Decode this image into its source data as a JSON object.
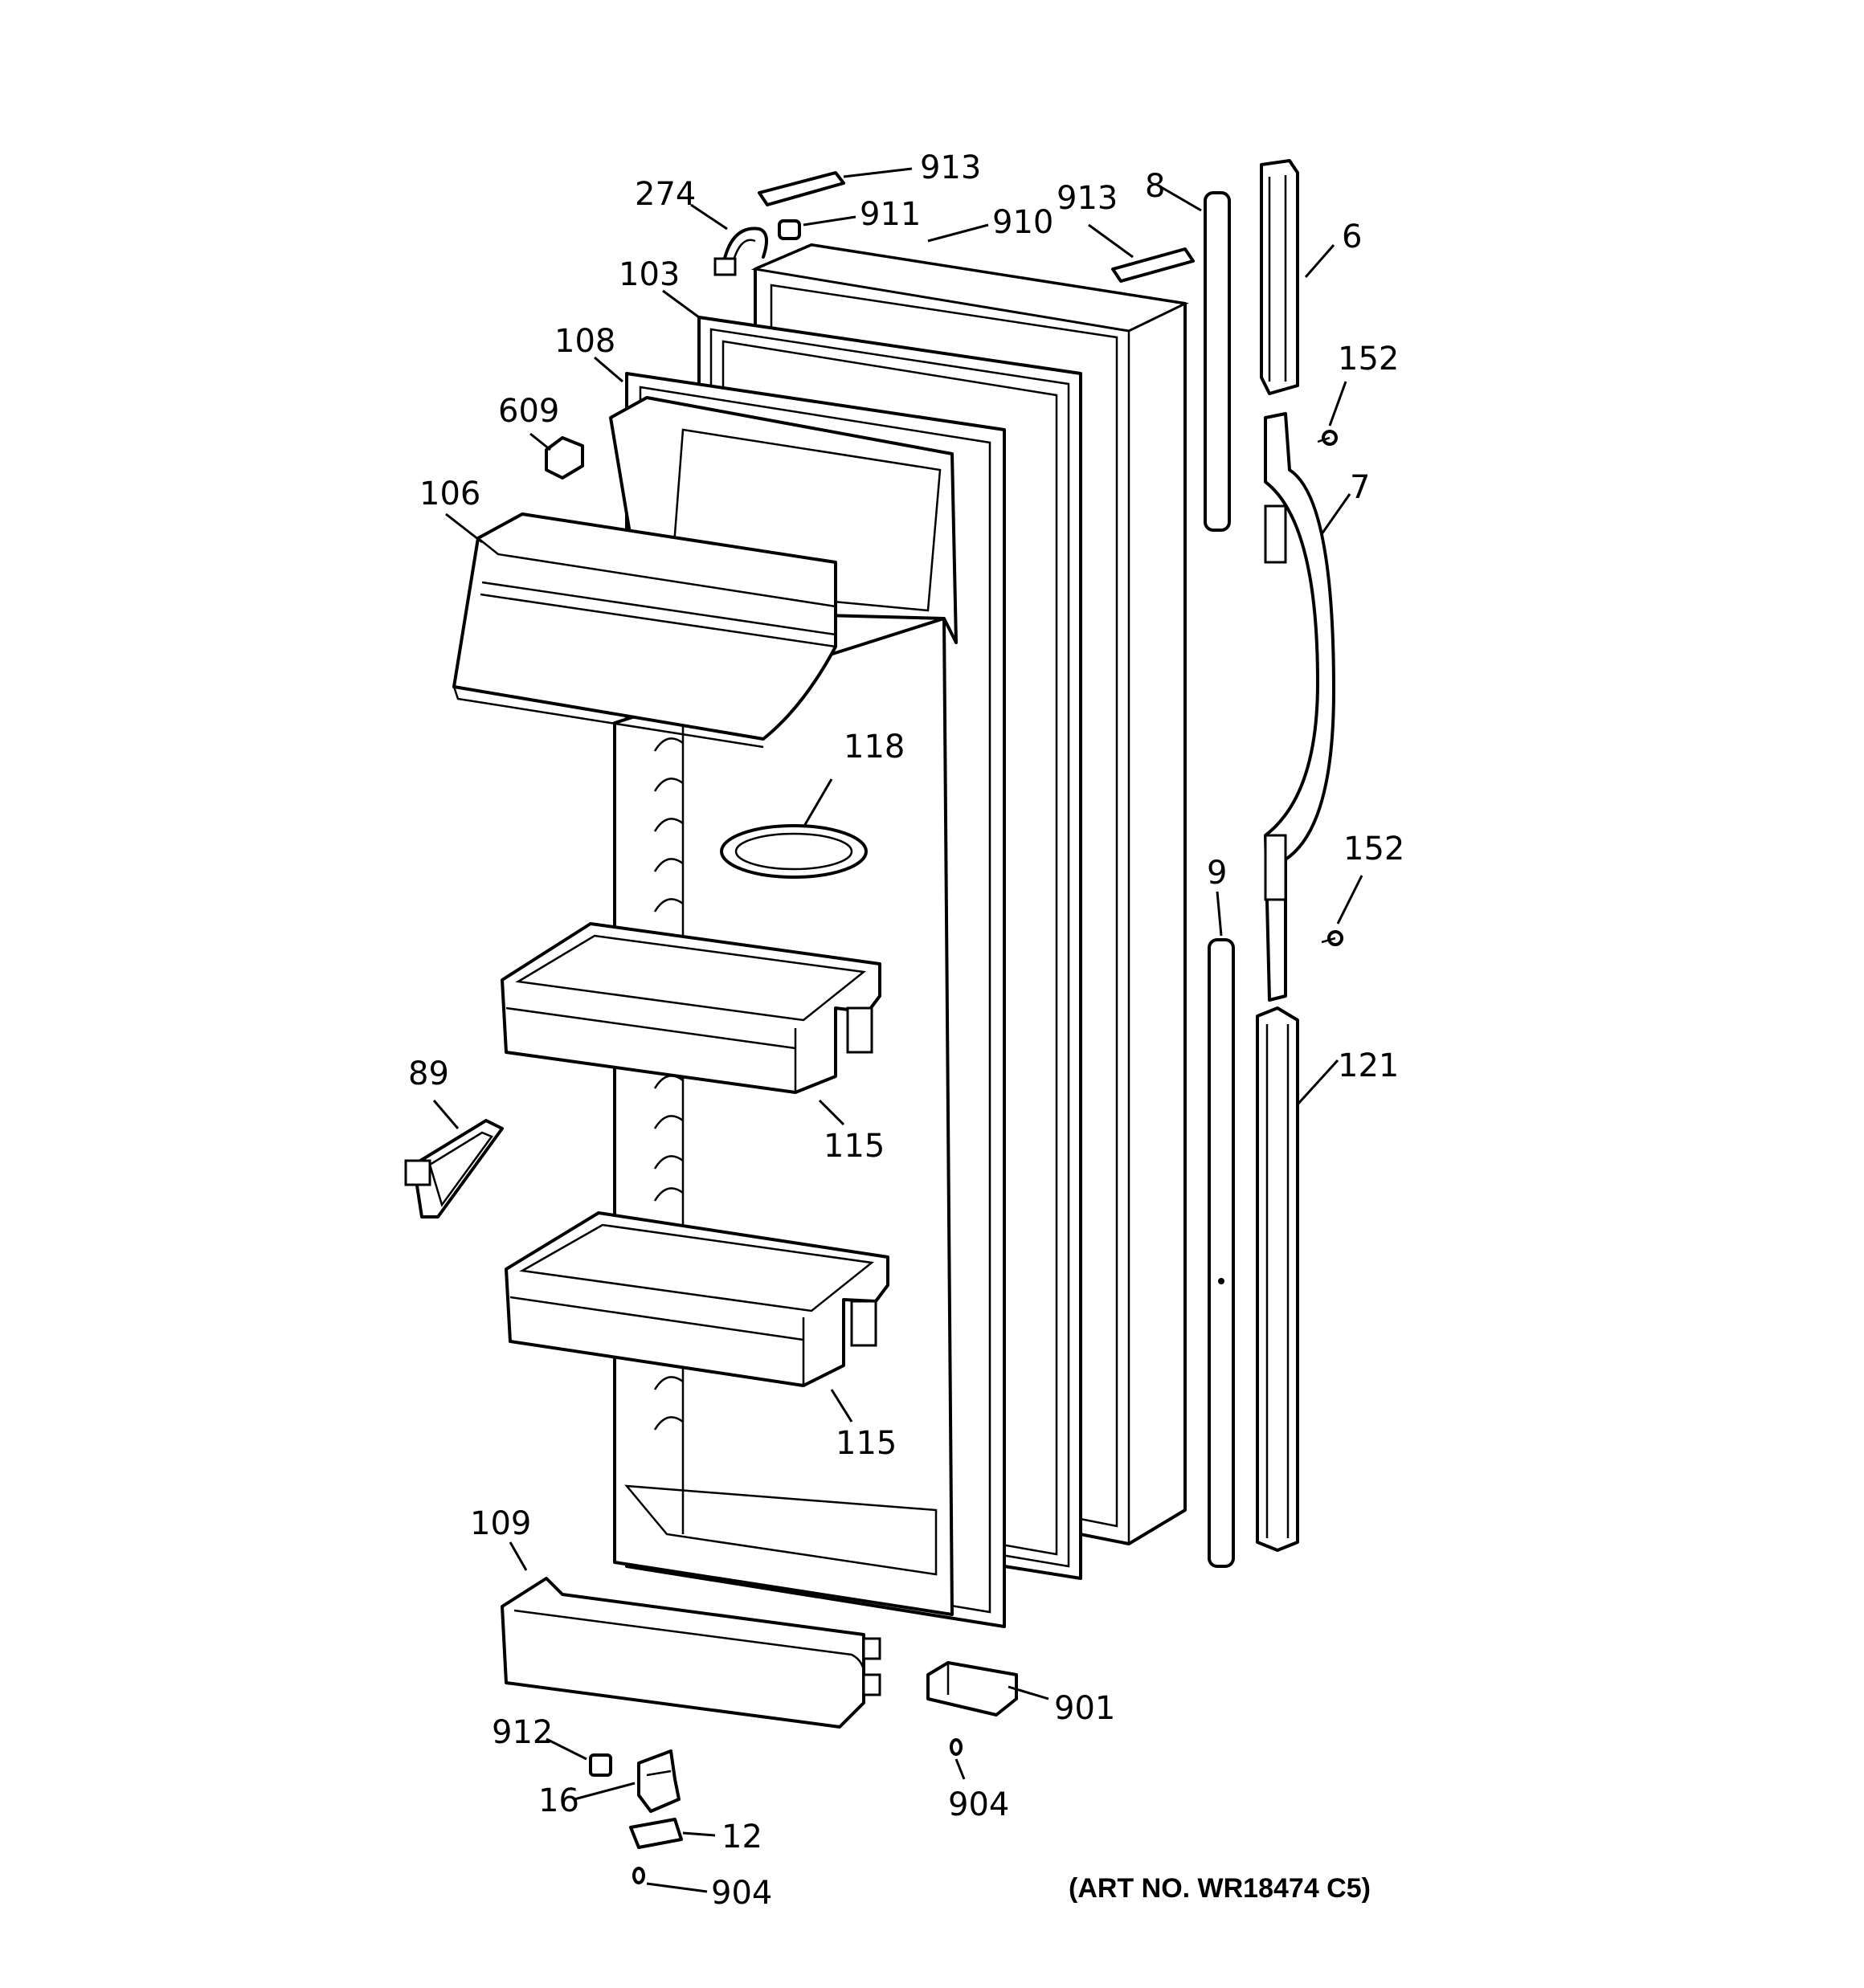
{
  "labels": {
    "p913a": "913",
    "p911": "911",
    "p274": "274",
    "p910": "910",
    "p913b": "913",
    "p8": "8",
    "p6": "6",
    "p103": "103",
    "p108": "108",
    "p152a": "152",
    "p609": "609",
    "p7": "7",
    "p106": "106",
    "p118": "118",
    "p9": "9",
    "p152b": "152",
    "p121": "121",
    "p89": "89",
    "p115a": "115",
    "p115b": "115",
    "p109": "109",
    "p901": "901",
    "p912": "912",
    "p16": "16",
    "p904a": "904",
    "p12": "12",
    "p904b": "904"
  },
  "art_no": "(ART NO. WR18474 C5)"
}
